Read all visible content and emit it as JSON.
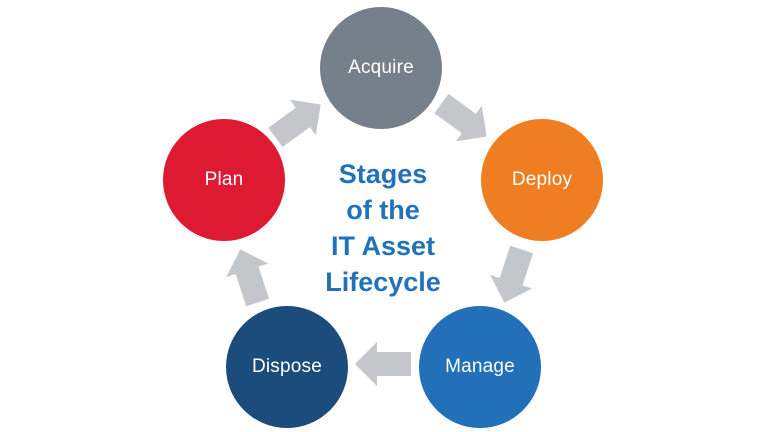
{
  "diagram": {
    "title": {
      "lines": [
        "Stages",
        "of the",
        "IT Asset",
        "Lifecycle"
      ],
      "color": "#2272b9"
    },
    "stages": [
      {
        "id": "acquire",
        "label": "Acquire",
        "color": "#76808b"
      },
      {
        "id": "deploy",
        "label": "Deploy",
        "color": "#ef7d22"
      },
      {
        "id": "manage",
        "label": "Manage",
        "color": "#2170b8"
      },
      {
        "id": "dispose",
        "label": "Dispose",
        "color": "#1c4c7c"
      },
      {
        "id": "plan",
        "label": "Plan",
        "color": "#dd1a32"
      }
    ],
    "arrows": [
      {
        "from": "plan",
        "to": "acquire"
      },
      {
        "from": "acquire",
        "to": "deploy"
      },
      {
        "from": "deploy",
        "to": "manage"
      },
      {
        "from": "manage",
        "to": "dispose"
      },
      {
        "from": "dispose",
        "to": "plan"
      }
    ],
    "arrow_color": "#c3c6cb",
    "background": "#ffffff"
  }
}
